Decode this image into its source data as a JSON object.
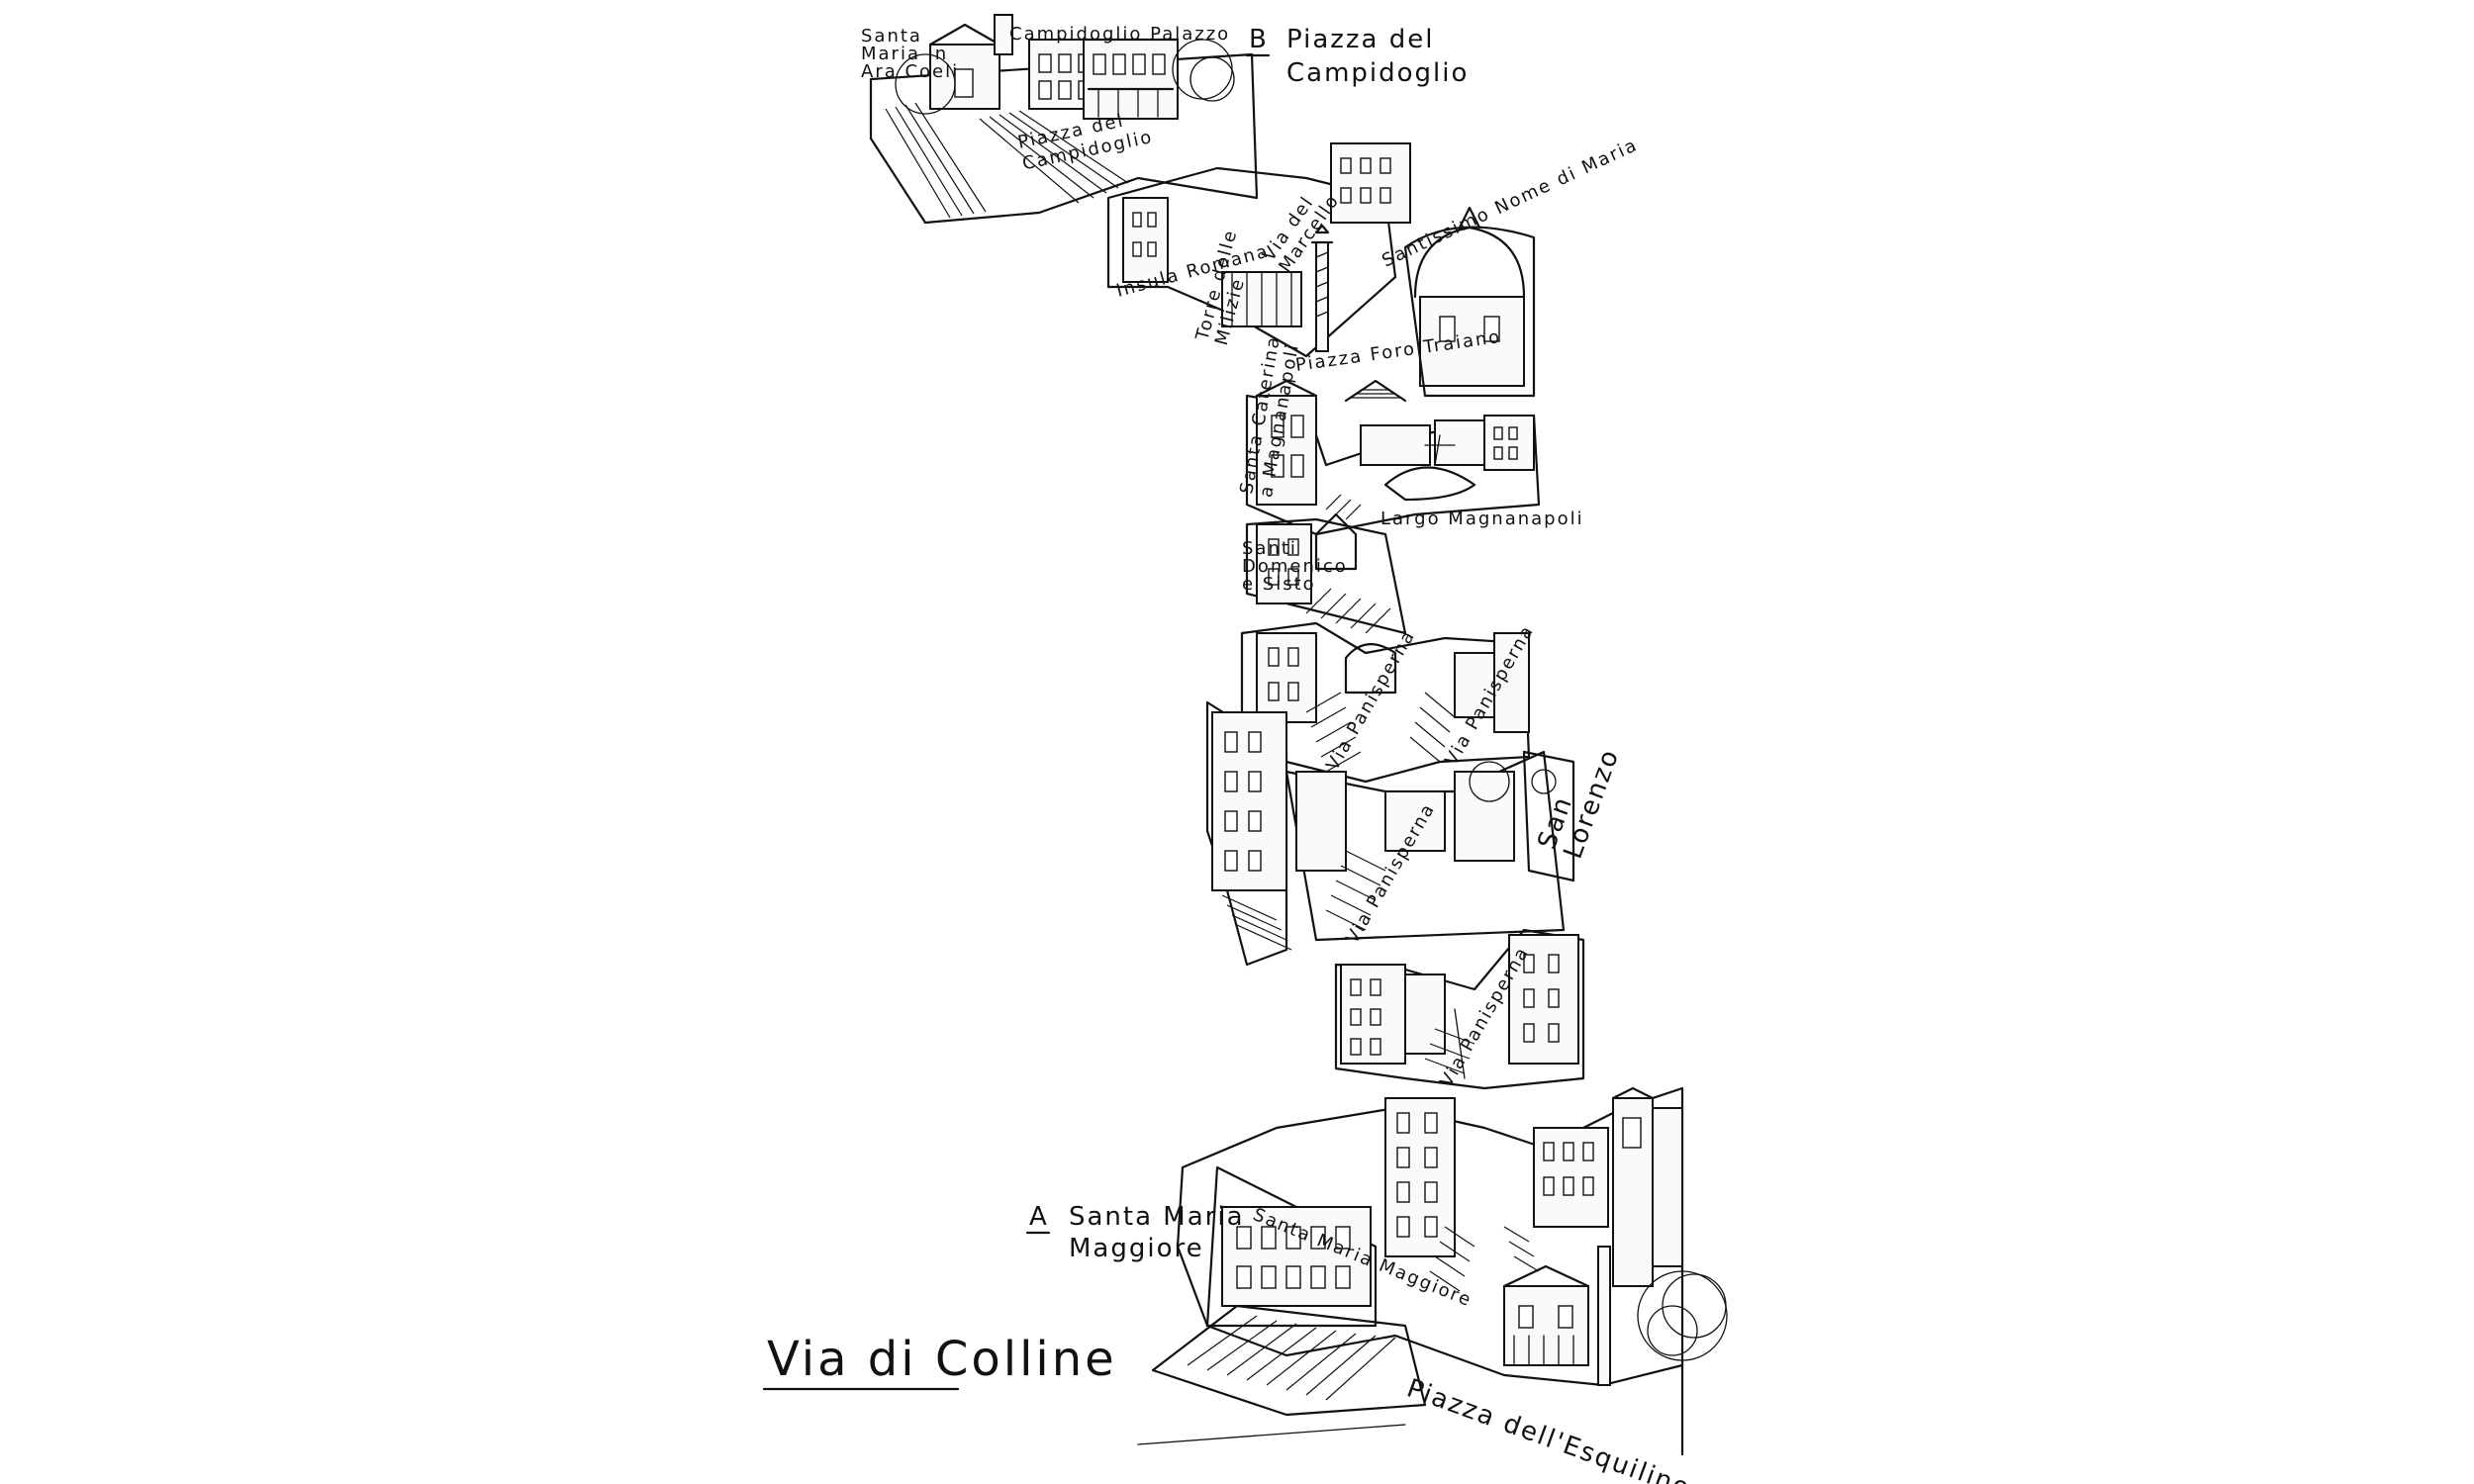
{
  "title": "Via di Colline",
  "start_marker": {
    "letter": "A",
    "lines": [
      "Santa Maria",
      "Maggiore"
    ]
  },
  "end_marker": {
    "letter": "B",
    "lines": [
      "Piazza del",
      "Campidoglio"
    ]
  },
  "place_labels": {
    "santa_maria_in_aracoeli": [
      "Santa",
      "Maria in",
      "Ara Coeli"
    ],
    "campidoglio_top": "Campidoglio Palazzo",
    "piazza_del_campidoglio_stairs": [
      "Piazza del",
      "Campidoglio"
    ],
    "via_del_marcello": [
      "Via del",
      "Marcello"
    ],
    "insula_romana": "Insula Romana",
    "santissimo_nome_di_maria": "Santissimo Nome di Maria",
    "piazza_foro_traiano": "Piazza Foro Traiano",
    "torre_delle_milizie": [
      "Torre delle",
      "Milizie"
    ],
    "santa_caterina_a_magnanapoli": [
      "Santa Caterina",
      "a Magnanapoli"
    ],
    "largo_magnanapoli": "Largo Magnanapoli",
    "santi_domenico_e_sisto": [
      "Santi",
      "Domenico",
      "e Sisto"
    ],
    "via_panisperna_1": "Via Panisperna",
    "via_panisperna_2": "Via Panisperna",
    "via_panisperna_3": "Via Panisperna",
    "via_panisperna_4": "Via Panisperna",
    "san_lorenzo": [
      "San",
      "Lorenzo"
    ],
    "santa_maria_maggiore_facade": "Santa Maria Maggiore",
    "piazza_dell_esquilino": "Piazza dell'Esquilino"
  }
}
